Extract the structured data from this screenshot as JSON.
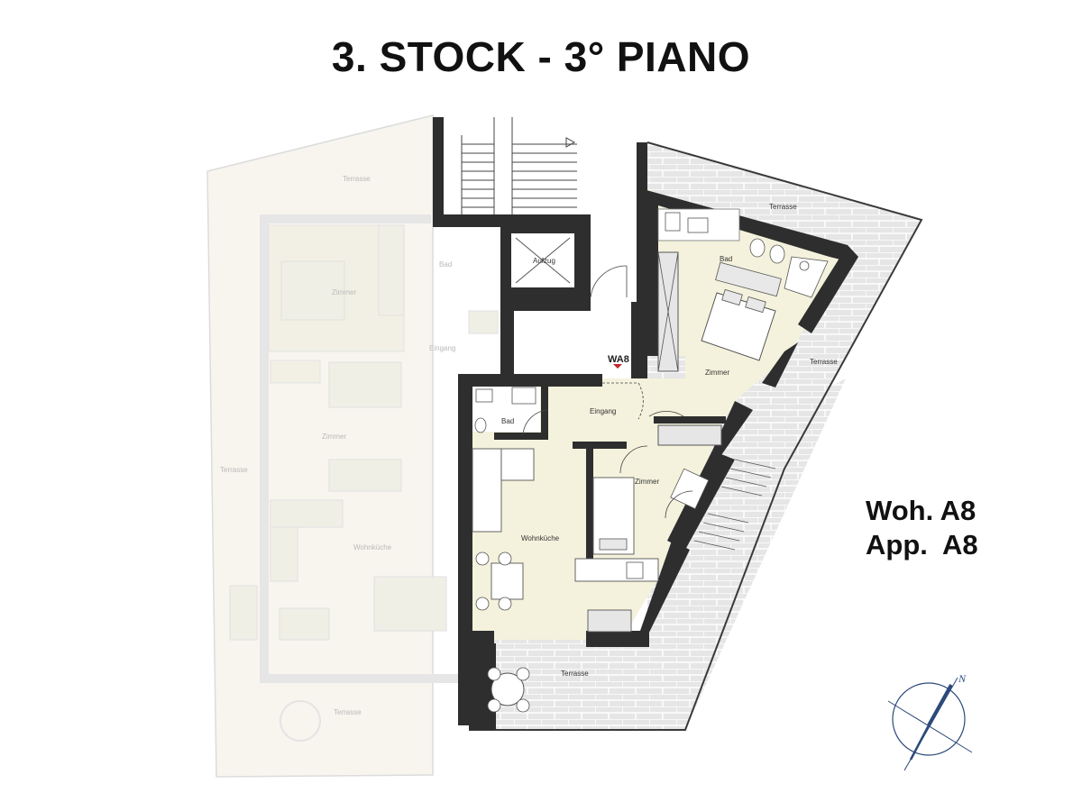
{
  "title": "3. STOCK - 3° PIANO",
  "unit": {
    "line1": "Woh. A8",
    "line2": "App.  A8"
  },
  "entrance_tag": "WA8",
  "compass_letter": "N",
  "rooms": {
    "bad_top": "Bad",
    "zimmer_top": "Zimmer",
    "eingang": "Eingang",
    "bad_small": "Bad",
    "zimmer_mid": "Zimmer",
    "wohnkueche": "Wohnküche",
    "aufzug": "Aufzug"
  },
  "terraces": {
    "top": "Terrasse",
    "right": "Terrasse",
    "bottom": "Terrasse"
  },
  "faint_labels": {
    "terrasse_top": "Terrasse",
    "bad": "Bad",
    "zimmer_1": "Zimmer",
    "eingang": "Eingang",
    "zimmer_2": "Zimmer",
    "terrasse_left": "Terrasse",
    "wohnkueche": "Wohnküche",
    "terrasse_bottom": "Terrasse"
  },
  "colors": {
    "wall": "#2e2e2e",
    "floor": "#f4f2dc",
    "terrace_tile": "#e4e4e4",
    "faint": "#f6f4ec",
    "compass": "#2c4a7a"
  }
}
